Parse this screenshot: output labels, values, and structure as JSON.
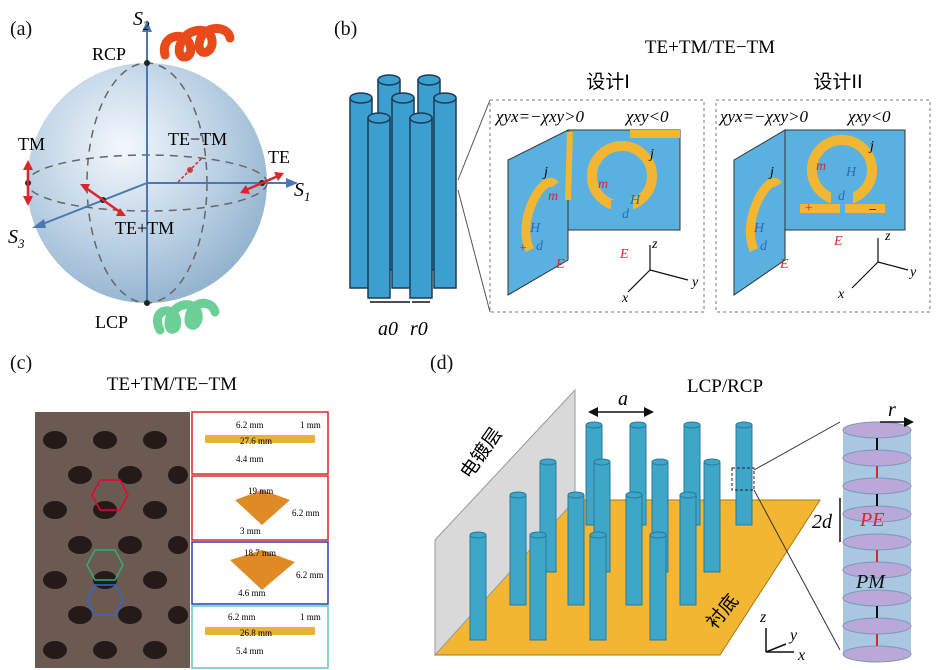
{
  "panels": {
    "a": {
      "label": "(a)",
      "axes": {
        "s1": "S",
        "s1_sub": "1",
        "s2": "S",
        "s2_sub": "2",
        "s3": "S",
        "s3_sub": "3"
      },
      "points": {
        "rcp": "RCP",
        "lcp": "LCP",
        "tm": "TM",
        "te": "TE",
        "te_minus_tm": "TE−TM",
        "te_plus_tm": "TE+TM"
      }
    },
    "b": {
      "label": "(b)",
      "title": "TE+TM/TE−TM",
      "design1": "设计I",
      "design2": "设计II",
      "cond_left": "χyx=−χxy>0",
      "cond_right": "χxy<0",
      "lattice_a": "a0",
      "lattice_r": "r0",
      "fields": {
        "j": "j",
        "mx": "m",
        "my": "m",
        "Hx": "H",
        "Hy": "H",
        "dx": "d",
        "dy": "d",
        "Ex": "E",
        "Ey": "E",
        "z": "z",
        "x": "x",
        "y": "y",
        "plus": "+",
        "minus": "−"
      }
    },
    "c": {
      "label": "(c)",
      "title": "TE+TM/TE−TM",
      "insets": [
        {
          "top": "6.2 mm",
          "mid": "27.6 mm",
          "bottom": "4.4 mm",
          "right": "1 mm"
        },
        {
          "top": "19 mm",
          "bottom": "3 mm",
          "right": "6.2 mm"
        },
        {
          "top": "18.7 mm",
          "bottom": "4.6 mm",
          "right": "6.2 mm"
        },
        {
          "top": "6.2 mm",
          "mid": "26.8 mm",
          "bottom": "5.4 mm",
          "right": "1 mm"
        }
      ]
    },
    "d": {
      "label": "(d)",
      "title": "LCP/RCP",
      "plating": "电镀层",
      "substrate": "衬底",
      "a": "a",
      "r": "r",
      "two_d": "2d",
      "pe": "PE",
      "pm": "PM",
      "z": "z",
      "y": "y",
      "x": "x"
    }
  },
  "colors": {
    "sphere": "#b9cfe3",
    "cylinder": "#3d9fd0",
    "gold": "#f2b632",
    "red": "#d8262c",
    "blue": "#2b6cb0",
    "panel_bg": "#5ab1e0"
  }
}
